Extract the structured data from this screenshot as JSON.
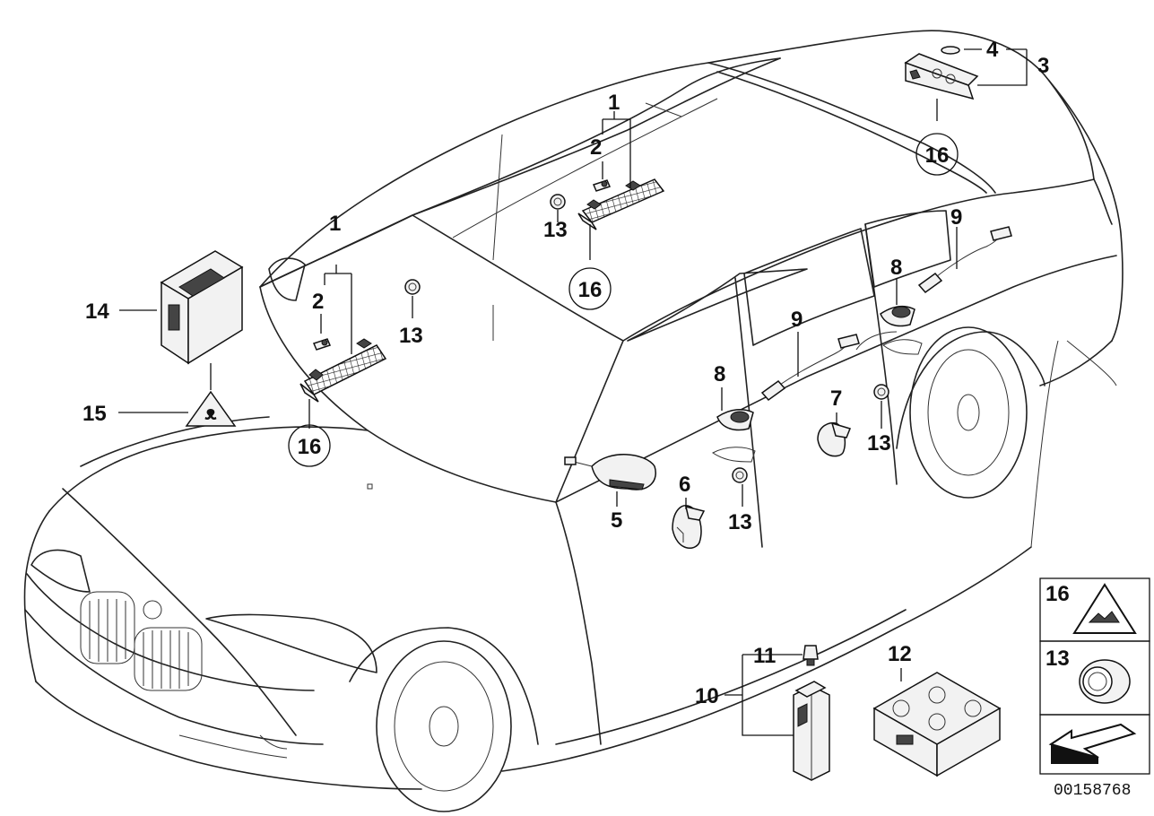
{
  "diagram_code": "00158768",
  "callouts": {
    "c1a": "1",
    "c2a": "2",
    "c13a": "13",
    "c16a": "16",
    "c1b": "1",
    "c2b": "2",
    "c13b": "13",
    "c16b": "16",
    "c3": "3",
    "c4": "4",
    "c16c": "16",
    "c14": "14",
    "c15": "15",
    "c5": "5",
    "c6": "6",
    "c7": "7",
    "c8a": "8",
    "c8b": "8",
    "c9a": "9",
    "c9b": "9",
    "c13c": "13",
    "c13d": "13",
    "c10": "10",
    "c11": "11",
    "c12": "12"
  },
  "legend": {
    "item16": "16",
    "item13": "13"
  }
}
